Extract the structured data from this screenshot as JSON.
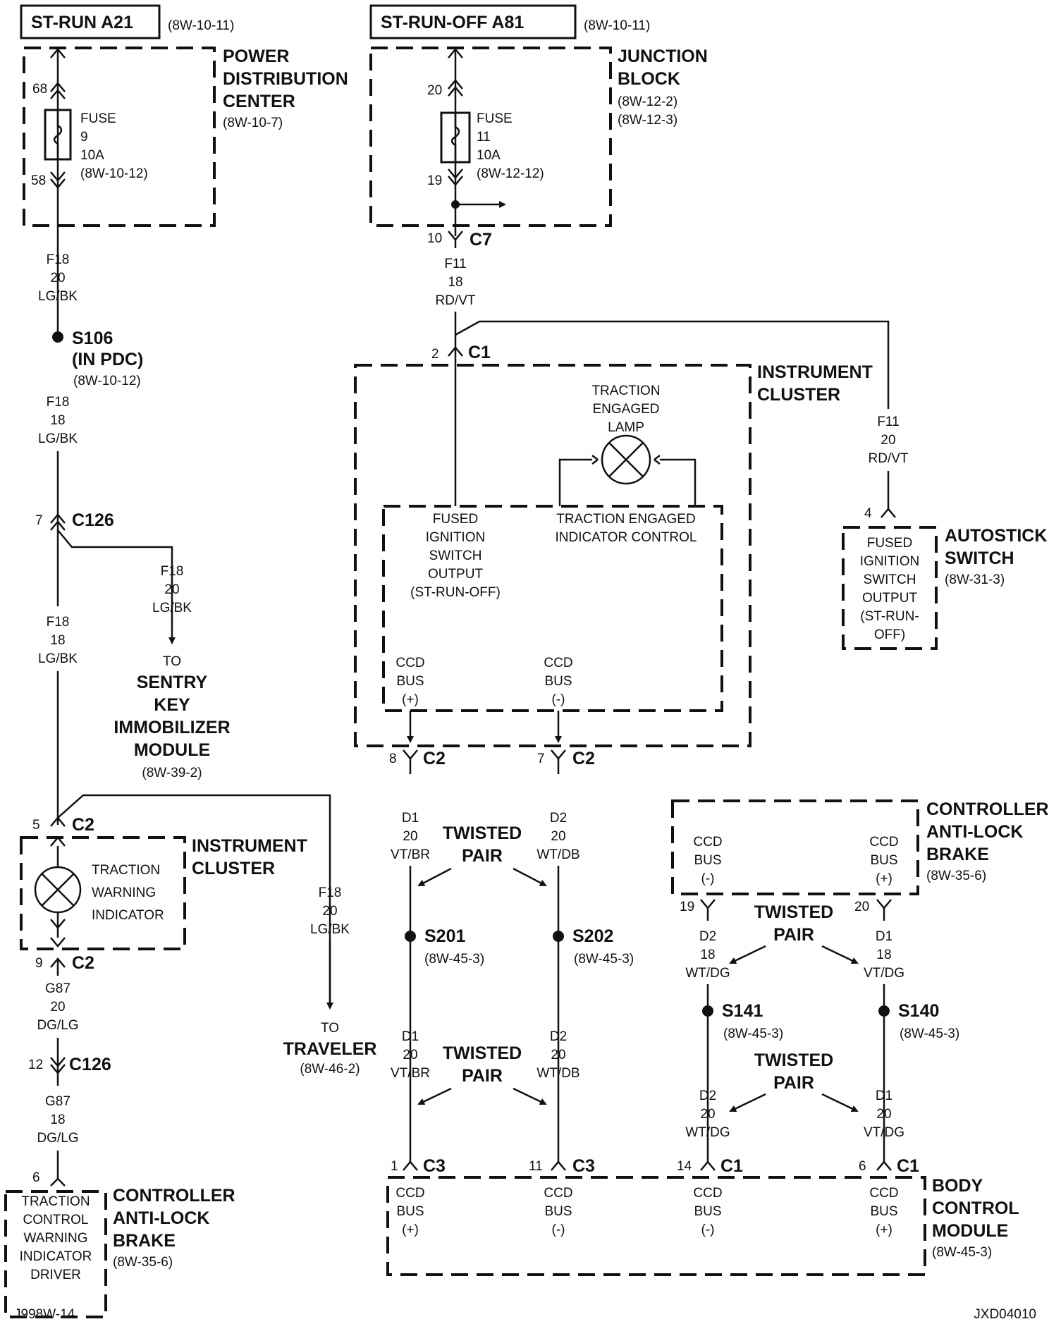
{
  "sources": {
    "left": {
      "name": "ST-RUN A21",
      "ref": "(8W-10-11)"
    },
    "right": {
      "name": "ST-RUN-OFF A81",
      "ref": "(8W-10-11)"
    }
  },
  "pdc": {
    "title": [
      "POWER",
      "DISTRIBUTION",
      "CENTER"
    ],
    "ref": "(8W-10-7)",
    "pin_top": "68",
    "pin_bot": "58",
    "fuse": [
      "FUSE",
      "9",
      "10A",
      "(8W-10-12)"
    ]
  },
  "jb": {
    "title": [
      "JUNCTION",
      "BLOCK"
    ],
    "refs": [
      "(8W-12-2)",
      "(8W-12-3)"
    ],
    "pin_top": "20",
    "pin_bot": "19",
    "fuse": [
      "FUSE",
      "11",
      "10A",
      "(8W-12-12)"
    ]
  },
  "left": {
    "w1": [
      "F18",
      "20",
      "LG/BK"
    ],
    "splice": {
      "name": "S106",
      "sub": "(IN PDC)",
      "ref": "(8W-10-12)"
    },
    "w2": [
      "F18",
      "18",
      "LG/BK"
    ],
    "c126a": {
      "pin": "7",
      "name": "C126"
    },
    "branch_wire": [
      "F18",
      "20",
      "LG/BK"
    ],
    "to_sentry": [
      "TO",
      "SENTRY",
      "KEY",
      "IMMOBILIZER",
      "MODULE",
      "(8W-39-2)"
    ],
    "w3": [
      "F18",
      "18",
      "LG/BK"
    ],
    "c2_top": {
      "pin": "5",
      "name": "C2"
    },
    "ic_title": [
      "INSTRUMENT",
      "CLUSTER"
    ],
    "ic_lamp": [
      "TRACTION",
      "WARNING",
      "INDICATOR"
    ],
    "c2_bot": {
      "pin": "9",
      "name": "C2"
    },
    "traveler_wire": [
      "F18",
      "20",
      "LG/BK"
    ],
    "to_traveler": [
      "TO",
      "TRAVELER",
      "(8W-46-2)"
    ],
    "w4": [
      "G87",
      "20",
      "DG/LG"
    ],
    "c126b": {
      "pin": "12",
      "name": "C126"
    },
    "w5": [
      "G87",
      "18",
      "DG/LG"
    ],
    "cab_pin": "6",
    "cab_box": [
      "TRACTION",
      "CONTROL",
      "WARNING",
      "INDICATOR",
      "DRIVER"
    ],
    "cab_title": [
      "CONTROLLER",
      "ANTI-LOCK",
      "BRAKE"
    ],
    "cab_ref": "(8W-35-6)"
  },
  "center": {
    "c7": {
      "pin": "10",
      "name": "C7"
    },
    "w1": [
      "F11",
      "18",
      "RD/VT"
    ],
    "c1": {
      "pin": "2",
      "name": "C1"
    },
    "ic_title": [
      "INSTRUMENT",
      "CLUSTER"
    ],
    "lamp": [
      "TRACTION",
      "ENGAGED",
      "LAMP"
    ],
    "fused_out": [
      "FUSED",
      "IGNITION",
      "SWITCH",
      "OUTPUT",
      "(ST-RUN-OFF)"
    ],
    "te_ctrl": [
      "TRACTION ENGAGED",
      "INDICATOR CONTROL"
    ],
    "ccd_plus": [
      "CCD",
      "BUS",
      "(+)"
    ],
    "ccd_minus": [
      "CCD",
      "BUS",
      "(-)"
    ],
    "c2a": {
      "pin": "8",
      "name": "C2"
    },
    "c2b": {
      "pin": "7",
      "name": "C2"
    },
    "d1a": [
      "D1",
      "20",
      "VT/BR"
    ],
    "d2a": [
      "D2",
      "20",
      "WT/DB"
    ],
    "twisted": [
      "TWISTED",
      "PAIR"
    ],
    "s201": {
      "name": "S201",
      "ref": "(8W-45-3)"
    },
    "s202": {
      "name": "S202",
      "ref": "(8W-45-3)"
    },
    "d1b": [
      "D1",
      "20",
      "VT/BR"
    ],
    "d2b": [
      "D2",
      "20",
      "WT/DB"
    ],
    "c3a": {
      "pin": "1",
      "name": "C3"
    },
    "c3b": {
      "pin": "11",
      "name": "C3"
    }
  },
  "right": {
    "wire": [
      "F11",
      "20",
      "RD/VT"
    ],
    "as_pin": "4",
    "as_box": [
      "FUSED",
      "IGNITION",
      "SWITCH",
      "OUTPUT",
      "(ST-RUN-",
      "OFF)"
    ],
    "as_title": [
      "AUTOSTICK",
      "SWITCH"
    ],
    "as_ref": "(8W-31-3)",
    "cab_title": [
      "CONTROLLER",
      "ANTI-LOCK",
      "BRAKE"
    ],
    "cab_ref": "(8W-35-6)",
    "cab_minus": [
      "CCD",
      "BUS",
      "(-)"
    ],
    "cab_plus": [
      "CCD",
      "BUS",
      "(+)"
    ],
    "pin19": "19",
    "pin20": "20",
    "d2a": [
      "D2",
      "18",
      "WT/DG"
    ],
    "d1a": [
      "D1",
      "18",
      "VT/DG"
    ],
    "twisted": [
      "TWISTED",
      "PAIR"
    ],
    "s141": {
      "name": "S141",
      "ref": "(8W-45-3)"
    },
    "s140": {
      "name": "S140",
      "ref": "(8W-45-3)"
    },
    "d2b": [
      "D2",
      "20",
      "WT/DG"
    ],
    "d1b": [
      "D1",
      "20",
      "VT/DG"
    ],
    "c1a": {
      "pin": "14",
      "name": "C1"
    },
    "c1b": {
      "pin": "6",
      "name": "C1"
    }
  },
  "bcm": {
    "title": [
      "BODY",
      "CONTROL",
      "MODULE"
    ],
    "ref": "(8W-45-3)",
    "p1": [
      "CCD",
      "BUS",
      "(+)"
    ],
    "p2": [
      "CCD",
      "BUS",
      "(-)"
    ],
    "p3": [
      "CCD",
      "BUS",
      "(-)"
    ],
    "p4": [
      "CCD",
      "BUS",
      "(+)"
    ]
  },
  "footer": {
    "left": "J998W-14",
    "right": "JXD04010"
  }
}
